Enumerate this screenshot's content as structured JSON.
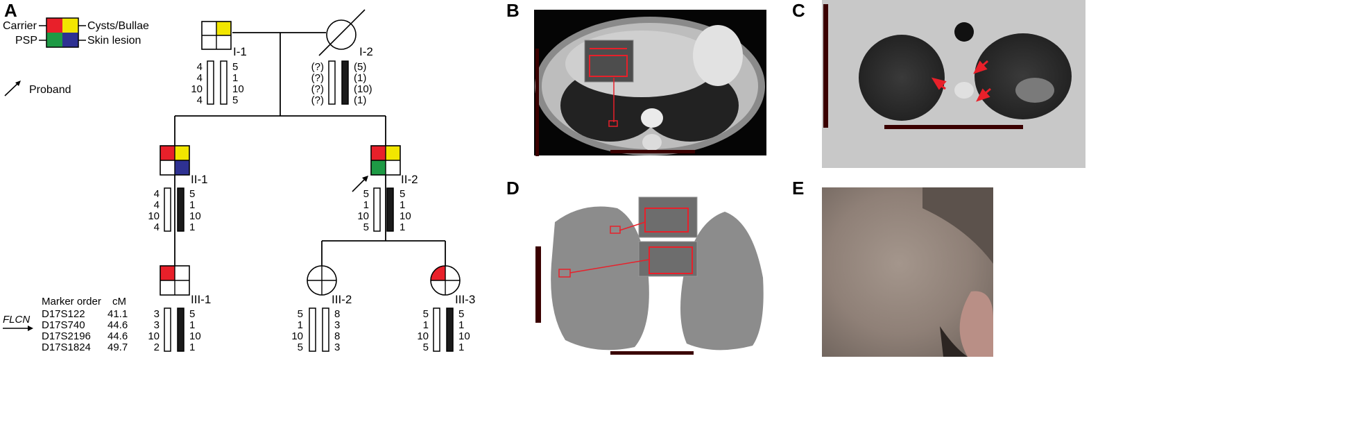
{
  "panels": [
    "A",
    "B",
    "C",
    "D",
    "E"
  ],
  "legend": {
    "carrier": "Carrier",
    "cysts": "Cysts/Bullae",
    "psp": "PSP",
    "skin": "Skin lesion",
    "proband": "Proband",
    "colors": {
      "carrier": "#e8202a",
      "cysts": "#f2e600",
      "psp": "#1e9a45",
      "skin": "#2e3192"
    }
  },
  "individuals": {
    "I1": {
      "label": "I-1",
      "left": [
        "4",
        "4",
        "10",
        "4"
      ],
      "right": [
        "5",
        "1",
        "10",
        "5"
      ]
    },
    "I2": {
      "label": "I-2",
      "left": [
        "(?)",
        "(?)",
        "(?)",
        "(?)"
      ],
      "right": [
        "(5)",
        "(1)",
        "(10)",
        "(1)"
      ]
    },
    "II1": {
      "label": "II-1",
      "left": [
        "4",
        "4",
        "10",
        "4"
      ],
      "right": [
        "5",
        "1",
        "10",
        "1"
      ]
    },
    "II2": {
      "label": "II-2",
      "left": [
        "5",
        "1",
        "10",
        "5"
      ],
      "right": [
        "5",
        "1",
        "10",
        "1"
      ]
    },
    "III1": {
      "label": "III-1",
      "left": [
        "3",
        "3",
        "10",
        "2"
      ],
      "right": [
        "5",
        "1",
        "10",
        "1"
      ]
    },
    "III2": {
      "label": "III-2",
      "left": [
        "5",
        "1",
        "10",
        "5"
      ],
      "right": [
        "8",
        "3",
        "8",
        "3"
      ]
    },
    "III3": {
      "label": "III-3",
      "left": [
        "5",
        "1",
        "10",
        "5"
      ],
      "right": [
        "5",
        "1",
        "10",
        "1"
      ]
    }
  },
  "markers": {
    "header": "Marker order",
    "cm_header": "cM",
    "gene": "FLCN",
    "names": [
      "D17S122",
      "D17S740",
      "D17S2196",
      "D17S1824"
    ],
    "cm": [
      "41.1",
      "44.6",
      "44.6",
      "49.7"
    ]
  }
}
